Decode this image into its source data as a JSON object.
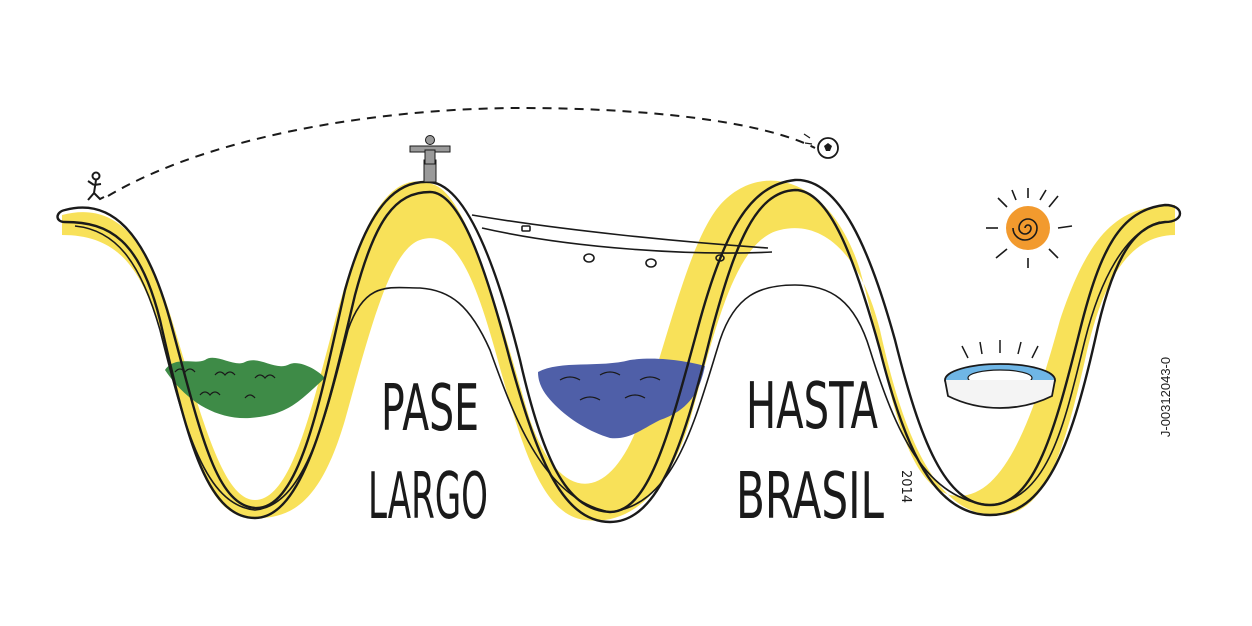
{
  "title": {
    "line1": "PASE",
    "line2": "LARGO",
    "line3": "HASTA",
    "line4": "BRASIL",
    "year": "2014"
  },
  "code": "J-00312043-0",
  "colors": {
    "yellow": "#F7DC3C",
    "green": "#3E8B47",
    "blue": "#4F5FA8",
    "orange": "#F29A2E",
    "ink": "#1a1a1a",
    "stadium_blue": "#6FB6E6"
  },
  "icons": [
    "runner-icon",
    "christ-redeemer-icon",
    "soccer-ball-icon",
    "sun-icon",
    "stadium-icon",
    "cable-car-icon",
    "forest-icon",
    "bay-water-icon"
  ]
}
